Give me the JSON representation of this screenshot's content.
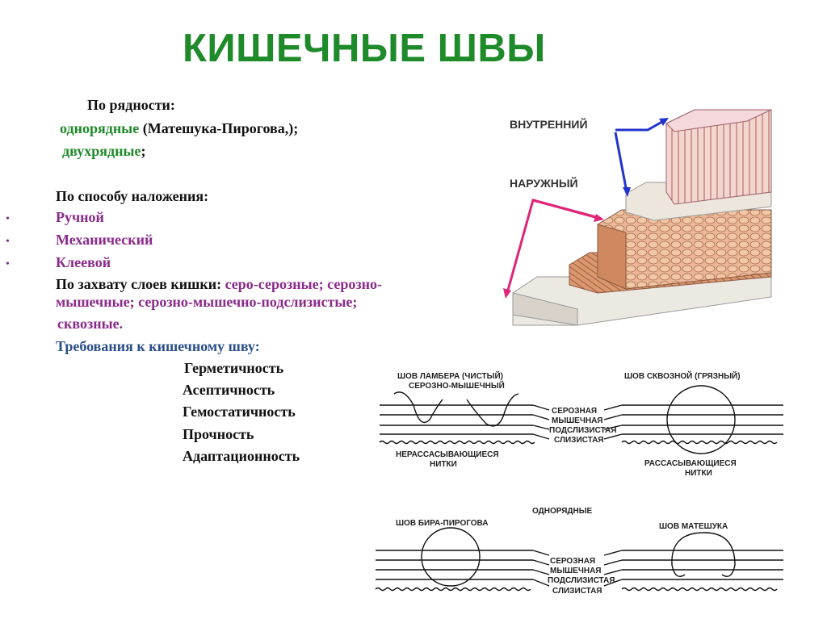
{
  "title": "КИШЕЧНЫЕ ШВЫ",
  "by_rows": {
    "heading": "По рядности:",
    "single_a": "однорядные",
    "single_b": " (Матешука-Пирогова,);",
    "double_a": "двухрядные",
    "double_b": ";"
  },
  "by_method": {
    "heading": "По способу наложения:",
    "items": [
      "Ручной",
      "Механический",
      "Клеевой"
    ]
  },
  "by_layers": {
    "heading": "По захвату слоев кишки: ",
    "line1_rest": "серо-серозные; серозно-",
    "line2": "мышечные; серозно-мышечно-подслизистые;",
    "line3": "сквозные."
  },
  "requirements": {
    "heading": "Требования к кишечному шву:",
    "items": [
      "Герметичность",
      "Асептичность",
      "Гемостатичность",
      "Прочность",
      "Адаптационность"
    ]
  },
  "tissue_figure": {
    "label_inner": "ВНУТРЕННИЙ",
    "label_outer": "НАРУЖНЫЙ"
  },
  "suture_diagrams": {
    "lambert_title1": "ШОВ ЛАМБЕРА (ЧИСТЫЙ)",
    "lambert_title2": "СЕРОЗНО-МЫШЕЧНЫЙ",
    "nonabsorb1": "НЕРАССАСЫВАЮЩИЕСЯ",
    "nonabsorb2": "НИТКИ",
    "through_title": "ШОВ СКВОЗНОЙ (ГРЯЗНЫЙ)",
    "absorb1": "РАССАСЫВАЮЩИЕСЯ",
    "absorb2": "НИТКИ",
    "layers_top": [
      "СЕРОЗНАЯ",
      "МЫШЕЧНАЯ",
      "ПОДСЛИЗИСТАЯ",
      "СЛИЗИСТАЯ"
    ],
    "single_row": "ОДНОРЯДНЫЕ",
    "bir_title": "ШОВ БИРА-ПИРОГОВА",
    "mateshuk_title": "ШОВ МАТЕШУКА",
    "layers_bottom": [
      "СЕРОЗНАЯ",
      "МЫШЕЧНАЯ",
      "ПОДСЛИЗИСТАЯ",
      "СЛИЗИСТАЯ"
    ]
  },
  "colors": {
    "title": "#1e8a2a",
    "green_text": "#1e8a2a",
    "purple_text": "#8a2a8a",
    "blue_text": "#2a4e8a",
    "arrow_inner": "#2233cc",
    "arrow_outer": "#e0247a"
  }
}
